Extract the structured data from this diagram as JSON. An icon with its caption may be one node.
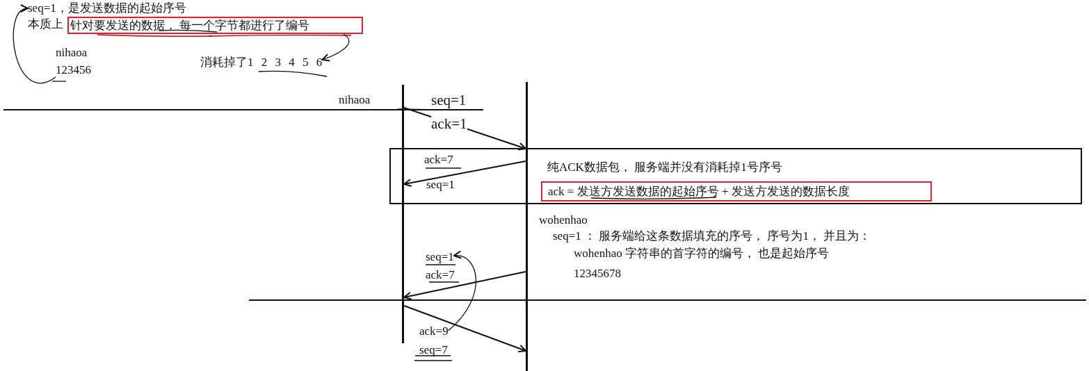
{
  "diagram": {
    "nodes": [
      {
        "text": [],
        "shape": "bar"
      },
      {
        "text": [],
        "shape": "bar"
      },
      {
        "text": [
          "seq=1，是发送数据的起始序号"
        ]
      },
      {
        "text": [
          "针对要发送的数据， 每一个字节都进行了编号"
        ]
      },
      {
        "text": [
          "123456"
        ]
      },
      {
        "text": [
          "消耗掉了1 2 3 4 5 6"
        ]
      },
      {
        "text": [
          "纯ACK数据包， 服务端并没有消耗掉1号序号"
        ]
      },
      {
        "text": [
          "ack = 发送方发送数据的起始序号 + 发送方发送的数据长度"
        ],
        "in": 6
      },
      {
        "text": [
          "seq=1"
        ]
      },
      {
        "text": [
          "ack=9"
        ]
      }
    ],
    "edges": [
      {
        "from": 0,
        "to": 1,
        "arrow": "to"
      },
      {
        "from": 1,
        "to": 0,
        "arrow": "to"
      },
      {
        "from": 1,
        "to": 0,
        "arrow": "to"
      },
      {
        "from": 0,
        "to": 1,
        "arrow": "to"
      },
      {
        "from": 4,
        "to": 2,
        "arrow": "to"
      },
      {
        "from": 3,
        "to": 5,
        "arrow": "to"
      },
      {
        "from": 9,
        "to": 8,
        "arrow": "to"
      }
    ],
    "labels": [
      "本质上",
      "nihaoa",
      "nihaoa",
      "seq=1",
      "ack=1",
      "ack=7",
      "seq=1",
      "wohenhao",
      "seq=1 ： 服务端给这条数据填充的序号， 序号为1， 并且为：",
      "wohenhao 字符串的首字符的编号， 也是起始序号",
      "12345678",
      "ack=7",
      "seq=7"
    ]
  }
}
